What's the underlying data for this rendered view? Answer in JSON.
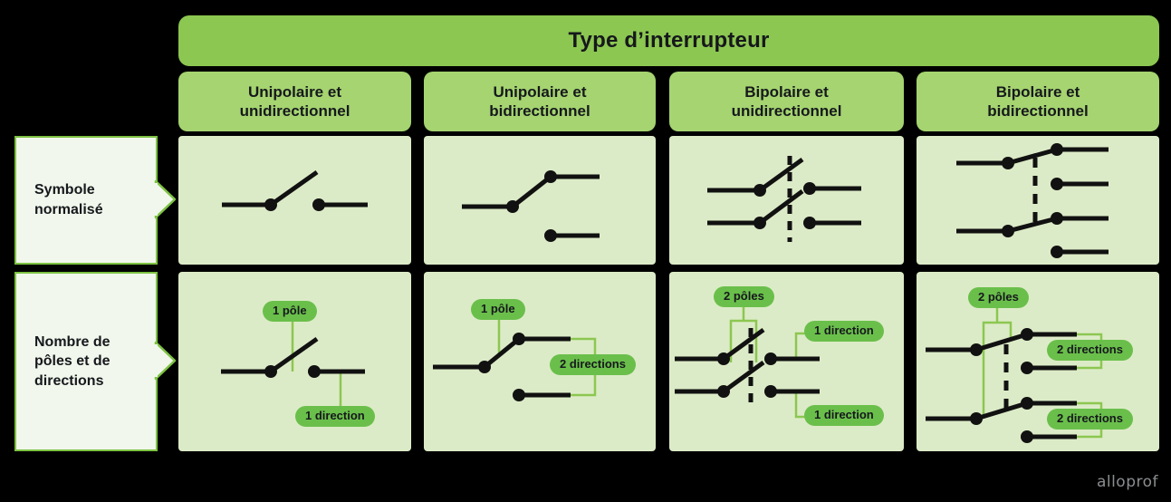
{
  "banner": {
    "title": "Type d’interrupteur"
  },
  "columns": [
    {
      "id": "unipolaire-unidirectionnel",
      "line1": "Unipolaire et",
      "line2": "unidirectionnel"
    },
    {
      "id": "unipolaire-bidirectionnel",
      "line1": "Unipolaire et",
      "line2": "bidirectionnel"
    },
    {
      "id": "bipolaire-unidirectionnel",
      "line1": "Bipolaire et",
      "line2": "unidirectionnel"
    },
    {
      "id": "bipolaire-bidirectionnel",
      "line1": "Bipolaire et",
      "line2": "bidirectionnel"
    }
  ],
  "rows": [
    {
      "id": "symbole-normalise",
      "line1": "Symbole",
      "line2": "normalisé",
      "line3": ""
    },
    {
      "id": "nombre-poles-directions",
      "line1": "Nombre de",
      "line2": "pôles et de",
      "line3": "directions"
    }
  ],
  "annotations": {
    "r2c1": [
      {
        "name": "pole-label",
        "text": "1 pôle"
      },
      {
        "name": "direction-label",
        "text": "1 direction"
      }
    ],
    "r2c2": [
      {
        "name": "pole-label",
        "text": "1 pôle"
      },
      {
        "name": "directions-label",
        "text": "2 directions"
      }
    ],
    "r2c3": [
      {
        "name": "poles-label",
        "text": "2 pôles"
      },
      {
        "name": "direction-label-top",
        "text": "1 direction"
      },
      {
        "name": "direction-label-bottom",
        "text": "1 direction"
      }
    ],
    "r2c4": [
      {
        "name": "poles-label",
        "text": "2 pôles"
      },
      {
        "name": "directions-label-top",
        "text": "2 directions"
      },
      {
        "name": "directions-label-bottom",
        "text": "2 directions"
      }
    ]
  },
  "logo": {
    "text": "alloprof"
  },
  "colors": {
    "banner_green": "#8CC751",
    "header_green": "#A5D470",
    "cell_green": "#DCEBC7",
    "pill_green": "#6ABF4B",
    "connector_green": "#8CC751",
    "label_box_bg": "#F1F7EC",
    "label_box_border": "#7DC242",
    "wire_black": "#111111",
    "logo_gray": "#8A8D8F",
    "page_background": "#000000"
  }
}
